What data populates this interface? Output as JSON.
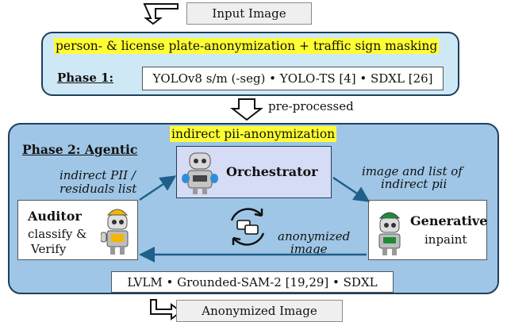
{
  "input_label": "Input Image",
  "phase1": {
    "banner": "person- & license plate-anonymization + traffic sign masking",
    "label": "Phase 1:",
    "models": "YOLOv8 s/m (-seg) • YOLO-TS [4] • SDXL [26]"
  },
  "preprocessed_label": "pre-processed",
  "phase2": {
    "label": "Phase 2: Agentic",
    "banner": "indirect pii-anonymization",
    "orchestrator": "Orchestrator",
    "auditor": {
      "title": "Auditor",
      "line1": "classify &",
      "line2": "Verify"
    },
    "generative": {
      "title": "Generative",
      "line1": "inpaint"
    },
    "edge_auditor_orch": {
      "line1": "indirect PII /",
      "line2": "residuals list"
    },
    "edge_orch_gen": {
      "line1": "image and list of",
      "line2": "indirect pii"
    },
    "edge_gen_auditor": {
      "line1": "anonymized",
      "line2": "image"
    },
    "models": "LVLM • Grounded-SAM-2 [19,29] • SDXL"
  },
  "output_label": "Anonymized Image",
  "colors": {
    "phase1_bg": "#cfe8f6",
    "phase2_bg": "#9fc6e6",
    "agent_bg": "#d6dcf5",
    "highlight": "#ffff33",
    "arrow": "#1f5f8a",
    "border": "#1f3f5a"
  }
}
